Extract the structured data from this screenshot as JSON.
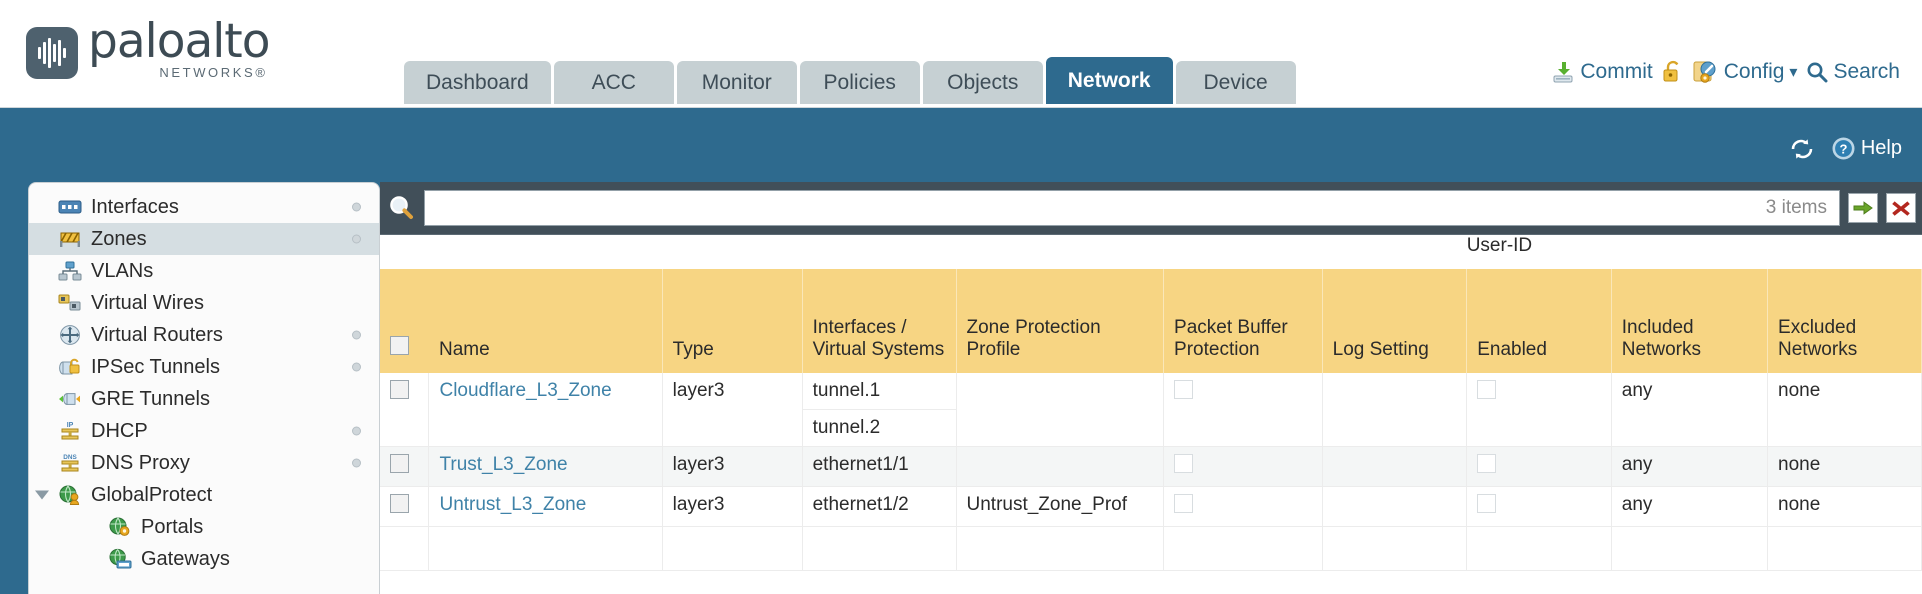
{
  "brand": {
    "name": "paloalto",
    "tagline": "NETWORKS",
    "registered": "®"
  },
  "nav": {
    "tabs": [
      {
        "label": "Dashboard",
        "active": false
      },
      {
        "label": "ACC",
        "active": false
      },
      {
        "label": "Monitor",
        "active": false
      },
      {
        "label": "Policies",
        "active": false
      },
      {
        "label": "Objects",
        "active": false
      },
      {
        "label": "Network",
        "active": true
      },
      {
        "label": "Device",
        "active": false
      }
    ]
  },
  "top_actions": {
    "commit": "Commit",
    "lock_icon": "lock-icon",
    "config": "Config",
    "config_caret": "▾",
    "search": "Search"
  },
  "sub_header": {
    "refresh_icon": "refresh-icon",
    "help": "Help",
    "help_icon": "help-icon"
  },
  "sidebar": {
    "items": [
      {
        "label": "Interfaces",
        "icon": "interfaces-icon",
        "selected": false,
        "dot": true,
        "child": false,
        "caret": false
      },
      {
        "label": "Zones",
        "icon": "zones-icon",
        "selected": true,
        "dot": true,
        "child": false,
        "caret": false
      },
      {
        "label": "VLANs",
        "icon": "vlans-icon",
        "selected": false,
        "dot": false,
        "child": false,
        "caret": false
      },
      {
        "label": "Virtual Wires",
        "icon": "virtual-wires-icon",
        "selected": false,
        "dot": false,
        "child": false,
        "caret": false
      },
      {
        "label": "Virtual Routers",
        "icon": "virtual-routers-icon",
        "selected": false,
        "dot": true,
        "child": false,
        "caret": false
      },
      {
        "label": "IPSec Tunnels",
        "icon": "ipsec-tunnels-icon",
        "selected": false,
        "dot": true,
        "child": false,
        "caret": false
      },
      {
        "label": "GRE Tunnels",
        "icon": "gre-tunnels-icon",
        "selected": false,
        "dot": false,
        "child": false,
        "caret": false
      },
      {
        "label": "DHCP",
        "icon": "dhcp-icon",
        "selected": false,
        "dot": true,
        "child": false,
        "caret": false
      },
      {
        "label": "DNS Proxy",
        "icon": "dns-proxy-icon",
        "selected": false,
        "dot": true,
        "child": false,
        "caret": false
      },
      {
        "label": "GlobalProtect",
        "icon": "globalprotect-icon",
        "selected": false,
        "dot": false,
        "child": false,
        "caret": true
      },
      {
        "label": "Portals",
        "icon": "portals-icon",
        "selected": false,
        "dot": false,
        "child": true,
        "caret": false
      },
      {
        "label": "Gateways",
        "icon": "gateways-icon",
        "selected": false,
        "dot": false,
        "child": true,
        "caret": false
      }
    ]
  },
  "search_bar": {
    "icon": "search-magnifier-icon",
    "value": "",
    "placeholder": "",
    "item_count": "3 items",
    "apply_icon": "arrow-right-icon",
    "clear_icon": "close-x-icon"
  },
  "table": {
    "group_header": "User-ID",
    "columns": [
      "Name",
      "Type",
      "Interfaces / Virtual Systems",
      "Zone Protection Profile",
      "Packet Buffer Protection",
      "Log Setting",
      "Enabled",
      "Included Networks",
      "Excluded Networks"
    ],
    "rows": [
      {
        "name": "Cloudflare_L3_Zone",
        "type": "layer3",
        "interfaces": [
          "tunnel.1",
          "tunnel.2"
        ],
        "zone_protection_profile": "",
        "packet_buffer_protection": false,
        "log_setting": "",
        "user_id_enabled": false,
        "included_networks": "any",
        "excluded_networks": "none",
        "alt": false
      },
      {
        "name": "Trust_L3_Zone",
        "type": "layer3",
        "interfaces": [
          "ethernet1/1"
        ],
        "zone_protection_profile": "",
        "packet_buffer_protection": false,
        "log_setting": "",
        "user_id_enabled": false,
        "included_networks": "any",
        "excluded_networks": "none",
        "alt": true
      },
      {
        "name": "Untrust_L3_Zone",
        "type": "layer3",
        "interfaces": [
          "ethernet1/2"
        ],
        "zone_protection_profile": "Untrust_Zone_Prof",
        "packet_buffer_protection": false,
        "log_setting": "",
        "user_id_enabled": false,
        "included_networks": "any",
        "excluded_networks": "none",
        "alt": false
      }
    ]
  },
  "colors": {
    "brand_blue": "#2e6a8e",
    "panel_dark": "#414f59",
    "header_yellow": "#f7d583",
    "group_yellow": "#e3b24f",
    "link_blue": "#3f82a8"
  }
}
